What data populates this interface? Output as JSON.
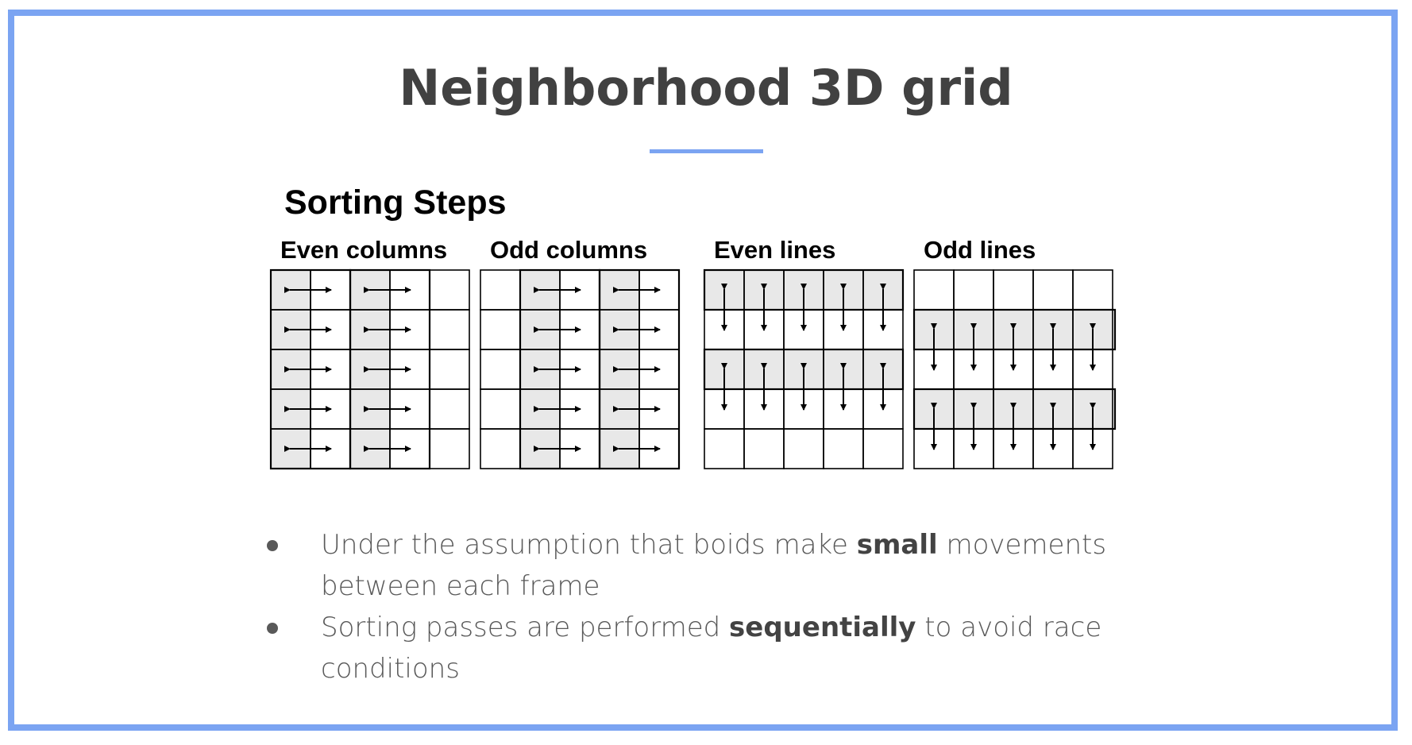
{
  "slide": {
    "title": "Neighborhood 3D grid",
    "accent_color": "#7ba4f2"
  },
  "diagram": {
    "heading": "Sorting Steps",
    "grid_rows": 5,
    "grid_cols": 5,
    "panels": [
      {
        "label": "Even columns",
        "orientation": "columns",
        "pairs": [
          0,
          2
        ]
      },
      {
        "label": "Odd columns",
        "orientation": "columns",
        "pairs": [
          1,
          3
        ]
      },
      {
        "label": "Even lines",
        "orientation": "lines",
        "pairs": [
          0,
          2
        ]
      },
      {
        "label": "Odd lines",
        "orientation": "lines",
        "pairs": [
          1,
          3
        ]
      }
    ],
    "highlight_color": "#e8e8e8"
  },
  "bullets": [
    {
      "before": "Under the assumption that boids make ",
      "bold": "small",
      "after": " movements between each frame"
    },
    {
      "before": "Sorting passes are performed ",
      "bold": "sequentially",
      "after": " to avoid race conditions"
    }
  ]
}
